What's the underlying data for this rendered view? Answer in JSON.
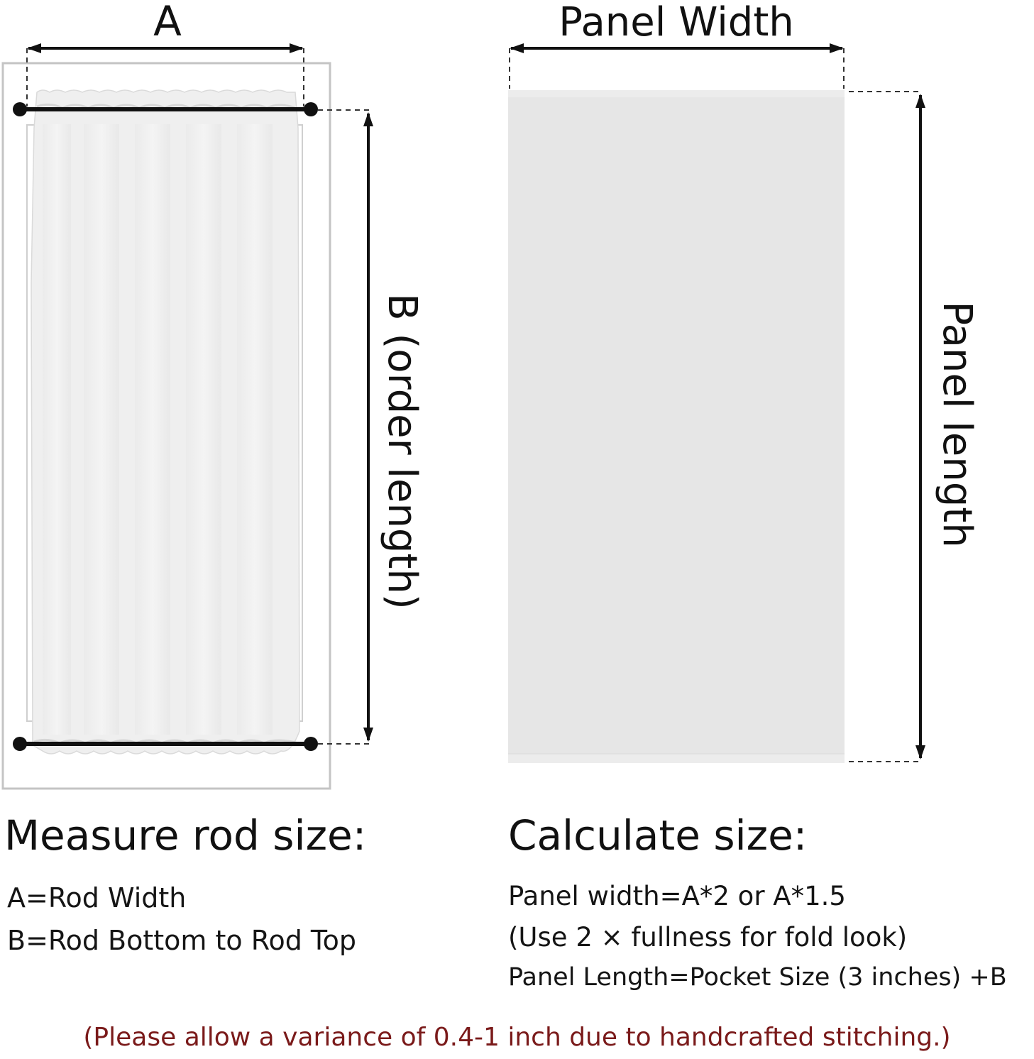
{
  "diagram": {
    "label_a": "A",
    "label_b": "B (order length)",
    "label_panel_width": "Panel Width",
    "label_panel_length": "Panel length"
  },
  "measure": {
    "heading": "Measure rod size:",
    "lines": [
      "A=Rod Width",
      "B=Rod Bottom to Rod Top"
    ]
  },
  "calculate": {
    "heading": "Calculate size:",
    "lines": [
      "Panel width=A*2 or A*1.5",
      "(Use 2 × fullness for fold look)",
      "Panel Length=Pocket Size (3 inches) +B"
    ]
  },
  "note": {
    "text": "(Please allow a variance of 0.4-1 inch due to handcrafted stitching.)",
    "color": "#7a1a1a"
  },
  "colors": {
    "curtain": "#efefef",
    "panel": "#e6e6e6",
    "frame": "#c4c4c4",
    "rod": "#111111"
  }
}
